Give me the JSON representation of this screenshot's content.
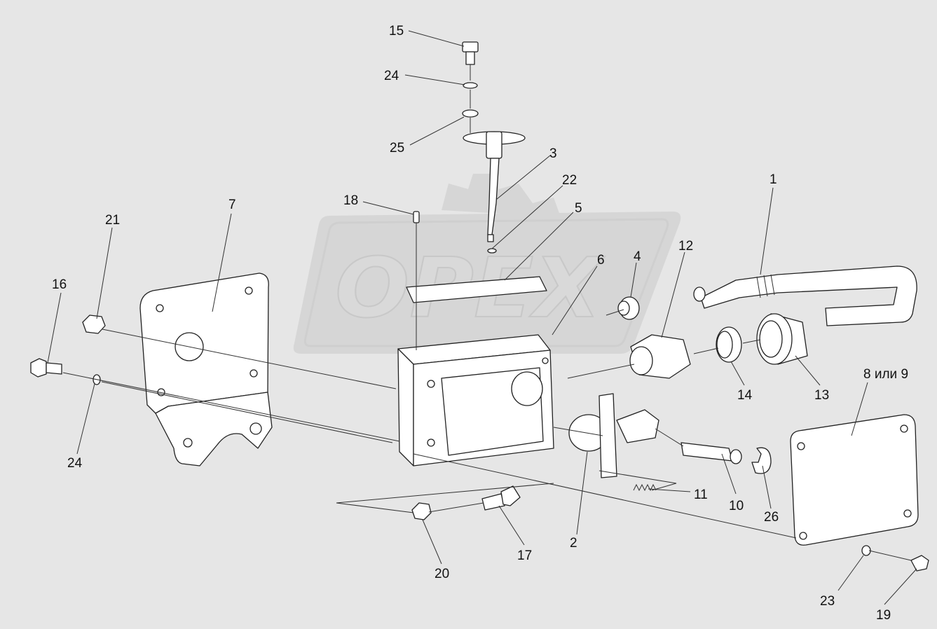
{
  "watermark": {
    "text": "OPEX"
  },
  "callouts": [
    {
      "id": "15",
      "text": "15"
    },
    {
      "id": "24a",
      "text": "24"
    },
    {
      "id": "25",
      "text": "25"
    },
    {
      "id": "3",
      "text": "3"
    },
    {
      "id": "22",
      "text": "22"
    },
    {
      "id": "5",
      "text": "5"
    },
    {
      "id": "18",
      "text": "18"
    },
    {
      "id": "7",
      "text": "7"
    },
    {
      "id": "21",
      "text": "21"
    },
    {
      "id": "16",
      "text": "16"
    },
    {
      "id": "24b",
      "text": "24"
    },
    {
      "id": "1",
      "text": "1"
    },
    {
      "id": "12",
      "text": "12"
    },
    {
      "id": "6",
      "text": "6"
    },
    {
      "id": "4",
      "text": "4"
    },
    {
      "id": "14",
      "text": "14"
    },
    {
      "id": "13",
      "text": "13"
    },
    {
      "id": "8or9",
      "text": "8 или 9"
    },
    {
      "id": "11",
      "text": "11"
    },
    {
      "id": "10",
      "text": "10"
    },
    {
      "id": "26",
      "text": "26"
    },
    {
      "id": "2",
      "text": "2"
    },
    {
      "id": "17",
      "text": "17"
    },
    {
      "id": "20",
      "text": "20"
    },
    {
      "id": "23",
      "text": "23"
    },
    {
      "id": "19",
      "text": "19"
    }
  ]
}
